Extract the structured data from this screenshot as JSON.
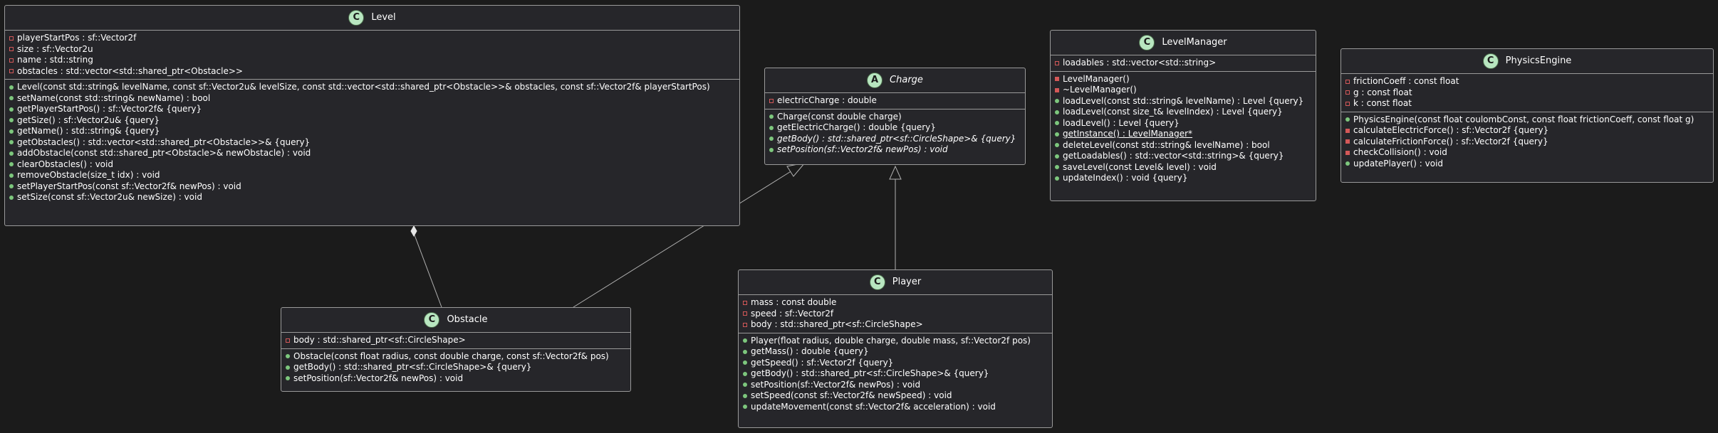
{
  "classes": {
    "level": {
      "stereotype": "C",
      "name": "Level",
      "attributes": [
        "playerStartPos : sf::Vector2f",
        "size : sf::Vector2u",
        "name : std::string",
        "obstacles : std::vector<std::shared_ptr<Obstacle>>"
      ],
      "methods": [
        "Level(const std::string& levelName, const sf::Vector2u& levelSize, const std::vector<std::shared_ptr<Obstacle>>& obstacles, const sf::Vector2f& playerStartPos)",
        "setName(const std::string& newName) : bool",
        "getPlayerStartPos() : sf::Vector2f& {query}",
        "getSize() : sf::Vector2u& {query}",
        "getName() : std::string& {query}",
        "getObstacles() : std::vector<std::shared_ptr<Obstacle>>& {query}",
        "addObstacle(const std::shared_ptr<Obstacle>& newObstacle) : void",
        "clearObstacles() : void",
        "removeObstacle(size_t idx) : void",
        "setPlayerStartPos(const sf::Vector2f& newPos) : void",
        "setSize(const sf::Vector2u& newSize) : void"
      ]
    },
    "charge": {
      "stereotype": "A",
      "name": "Charge",
      "attributes": [
        "electricCharge : double"
      ],
      "methods": [
        "Charge(const double charge)",
        "getElectricCharge() : double {query}",
        "getBody() : std::shared_ptr<sf::CircleShape>& {query}",
        "setPosition(sf::Vector2f& newPos) : void"
      ]
    },
    "levelmanager": {
      "stereotype": "C",
      "name": "LevelManager",
      "attributes": [
        "loadables : std::vector<std::string>"
      ],
      "methods": [
        "LevelManager()",
        "~LevelManager()",
        "loadLevel(const std::string& levelName) : Level {query}",
        "loadLevel(const size_t& levelIndex) : Level {query}",
        "loadLevel() : Level {query}",
        "getInstance() : LevelManager*",
        "deleteLevel(const std::string& levelName) : bool",
        "getLoadables() : std::vector<std::string>& {query}",
        "saveLevel(const Level& level) : void",
        "updateIndex() : void {query}"
      ]
    },
    "physics": {
      "stereotype": "C",
      "name": "PhysicsEngine",
      "attributes": [
        "frictionCoeff : const float",
        "g : const float",
        "k : const float"
      ],
      "methods": [
        "PhysicsEngine(const float coulombConst, const float frictionCoeff, const float g)",
        "calculateElectricForce() : sf::Vector2f {query}",
        "calculateFrictionForce() : sf::Vector2f {query}",
        "checkCollision() : void",
        "updatePlayer() : void"
      ]
    },
    "obstacle": {
      "stereotype": "C",
      "name": "Obstacle",
      "attributes": [
        "body : std::shared_ptr<sf::CircleShape>"
      ],
      "methods": [
        "Obstacle(const float radius, const double charge, const sf::Vector2f& pos)",
        "getBody() : std::shared_ptr<sf::CircleShape>& {query}",
        "setPosition(sf::Vector2f& newPos) : void"
      ]
    },
    "player": {
      "stereotype": "C",
      "name": "Player",
      "attributes": [
        "mass : const double",
        "speed : sf::Vector2f",
        "body : std::shared_ptr<sf::CircleShape>"
      ],
      "methods": [
        "Player(float radius, double charge, double mass, sf::Vector2f pos)",
        "getMass() : double {query}",
        "getSpeed() : sf::Vector2f {query}",
        "getBody() : std::shared_ptr<sf::CircleShape>& {query}",
        "setPosition(sf::Vector2f& newPos) : void",
        "setSpeed(const sf::Vector2f& newSpeed) : void",
        "updateMovement(const sf::Vector2f& acceleration) : void"
      ]
    }
  },
  "colors": {
    "background": "#1b1b1b",
    "class_fill": "#26262a",
    "border": "#9a9a9a",
    "stereotype_circle": "#b8e6c0",
    "private": "#d45858",
    "public": "#7dc77d",
    "line": "#b0b0b0"
  }
}
